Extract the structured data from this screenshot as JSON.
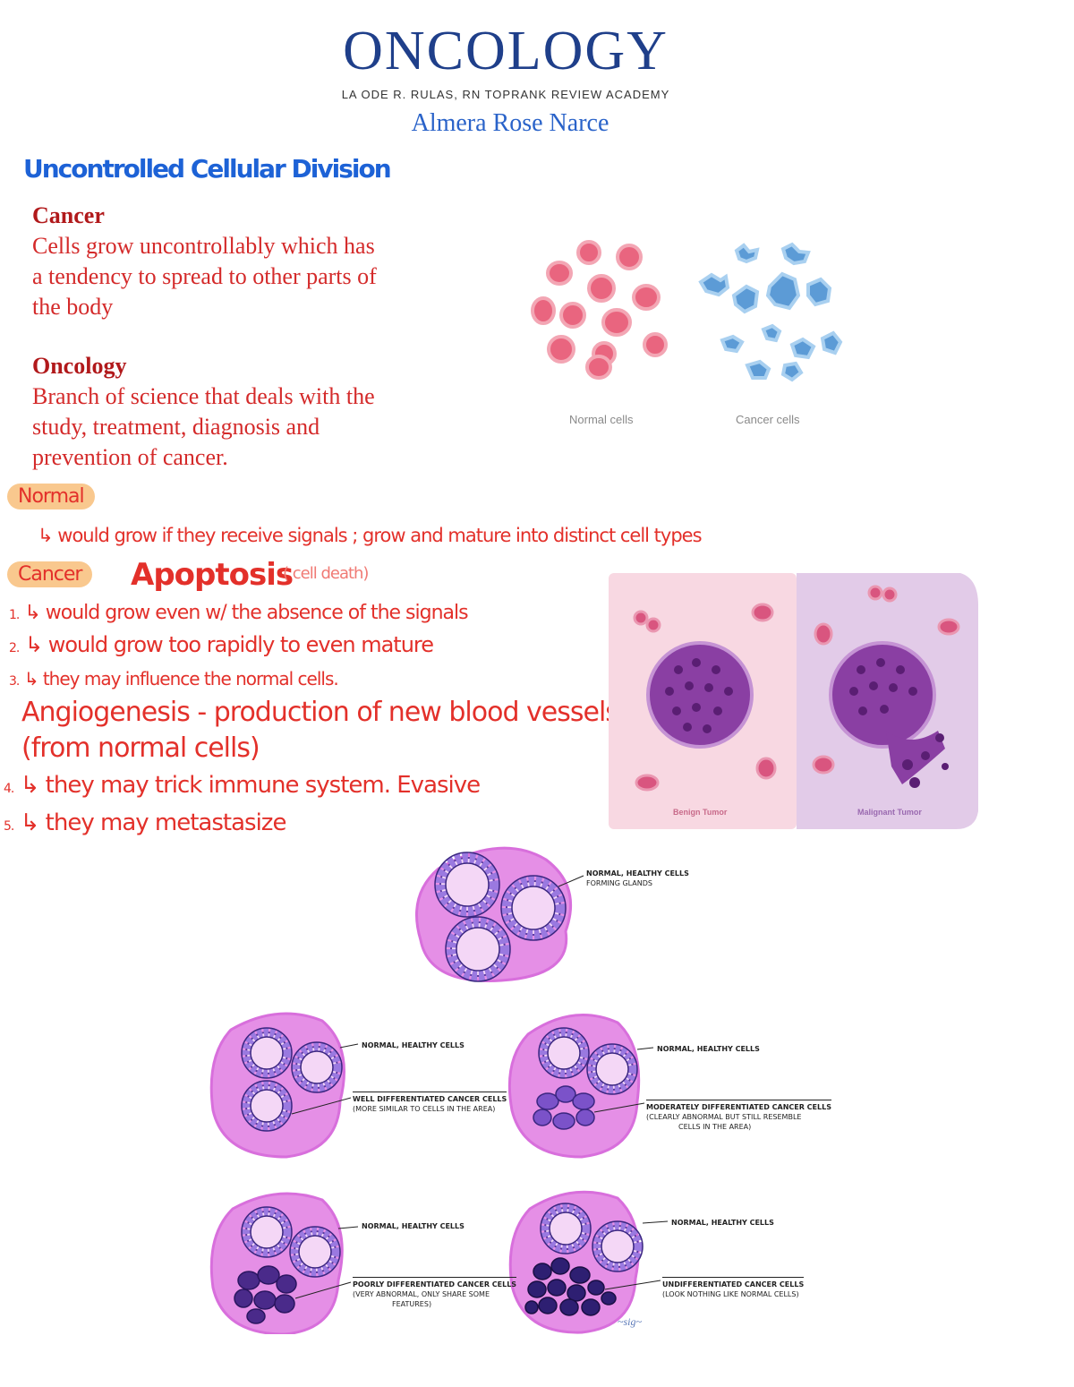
{
  "header": {
    "title": "ONCOLOGY",
    "subtitle": "LA ODE R. RULAS, RN TOPRANK REVIEW ACADEMY",
    "author": "Almera Rose Narce"
  },
  "section_heading": "Uncontrolled Cellular Division",
  "definitions": {
    "cancer_term": "Cancer",
    "cancer_lines": [
      "Cells grow uncontrollably which has",
      "a tendency to spread to other parts of",
      "the body"
    ],
    "oncology_term": "Oncology",
    "oncology_lines": [
      "Branch of science that deals with the",
      "study, treatment, diagnosis and",
      "prevention of cancer."
    ]
  },
  "cells_figure": {
    "normal_caption": "Normal cells",
    "cancer_caption": "Cancer cells"
  },
  "notes": {
    "normal_tag": "Normal",
    "normal_line": "↳ would grow if they receive signals ; grow and mature into distinct cell types",
    "cancer_tag": "Cancer",
    "apoptosis": "Apoptosis",
    "apoptosis_note": "( cell death)",
    "items": [
      {
        "num": "1.",
        "text": "↳ would grow even w/  the absence of the signals"
      },
      {
        "num": "2.",
        "text": "↳ would grow too rapidly to even mature"
      },
      {
        "num": "3.",
        "text": "↳ they may influence the normal cells."
      }
    ],
    "angio_line1": "Angiogenesis - production of new blood vessels",
    "angio_line2": "(from normal cells)",
    "items2": [
      {
        "num": "4.",
        "text": "↳ they may trick immune system. Evasive"
      },
      {
        "num": "5.",
        "text": "↳ they may metastasize"
      }
    ]
  },
  "tumor_figure": {
    "benign_label": "Benign Tumor",
    "malignant_label": "Malignant Tumor"
  },
  "differentiation": {
    "top_label_1": "NORMAL, HEALTHY CELLS",
    "top_label_2": "FORMING GLANDS",
    "normal_label": "NORMAL, HEALTHY CELLS",
    "well_label": "WELL DIFFERENTIATED CANCER CELLS",
    "well_sub": "(MORE SIMILAR TO CELLS IN THE AREA)",
    "mod_label": "MODERATELY DIFFERENTIATED CANCER CELLS",
    "mod_sub_1": "(CLEARLY ABNORMAL BUT STILL RESEMBLE",
    "mod_sub_2": "CELLS IN THE AREA)",
    "poor_label": "POORLY DIFFERENTIATED CANCER CELLS",
    "poor_sub_1": "(VERY ABNORMAL, ONLY SHARE SOME",
    "poor_sub_2": "FEATURES)",
    "undiff_label": "UNDIFFERENTIATED CANCER CELLS",
    "undiff_sub": "(LOOK NOTHING LIKE NORMAL CELLS)"
  },
  "colors": {
    "title_blue": "#1f3f8a",
    "heading_blue": "#1d62d6",
    "red": "#e3302a",
    "highlight": "#f9c88e",
    "tissue_pink": "#e58fe6",
    "cell_purple": "#7b52c9"
  }
}
